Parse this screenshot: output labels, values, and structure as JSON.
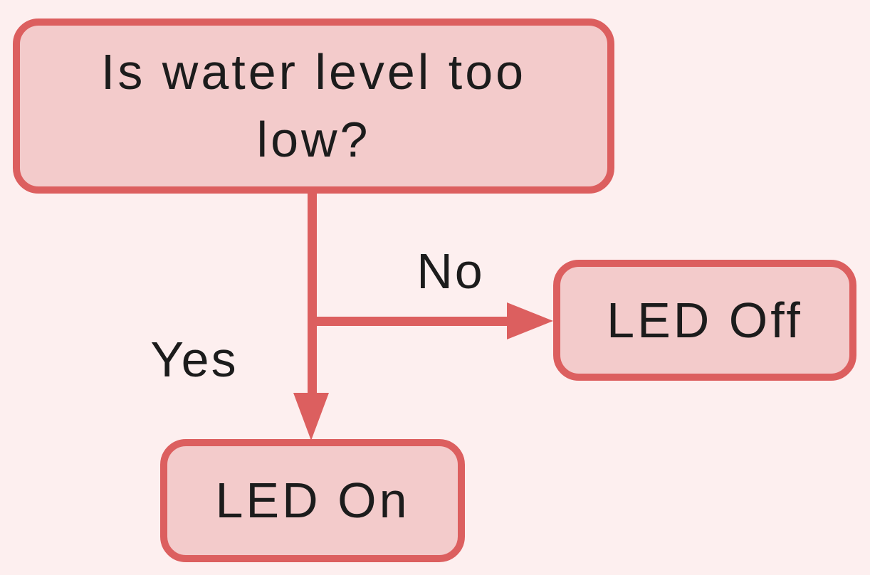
{
  "diagram": {
    "type": "flowchart",
    "direction": "top-down",
    "colors": {
      "bg": "#FDEFEF",
      "node-fill": "#F3CBCB",
      "stroke": "#DC5F5F",
      "text": "#1C1C1C"
    },
    "nodes": [
      {
        "id": "question",
        "shape": "rounded-rectangle",
        "label": "Is water level too low?"
      },
      {
        "id": "led_off",
        "shape": "rounded-rectangle",
        "label": "LED Off"
      },
      {
        "id": "led_on",
        "shape": "rounded-rectangle",
        "label": "LED On"
      }
    ],
    "edges": [
      {
        "from": "question",
        "to": "led_on",
        "label": "Yes",
        "direction": "down"
      },
      {
        "from": "question",
        "to": "led_off",
        "label": "No",
        "direction": "right"
      }
    ]
  }
}
